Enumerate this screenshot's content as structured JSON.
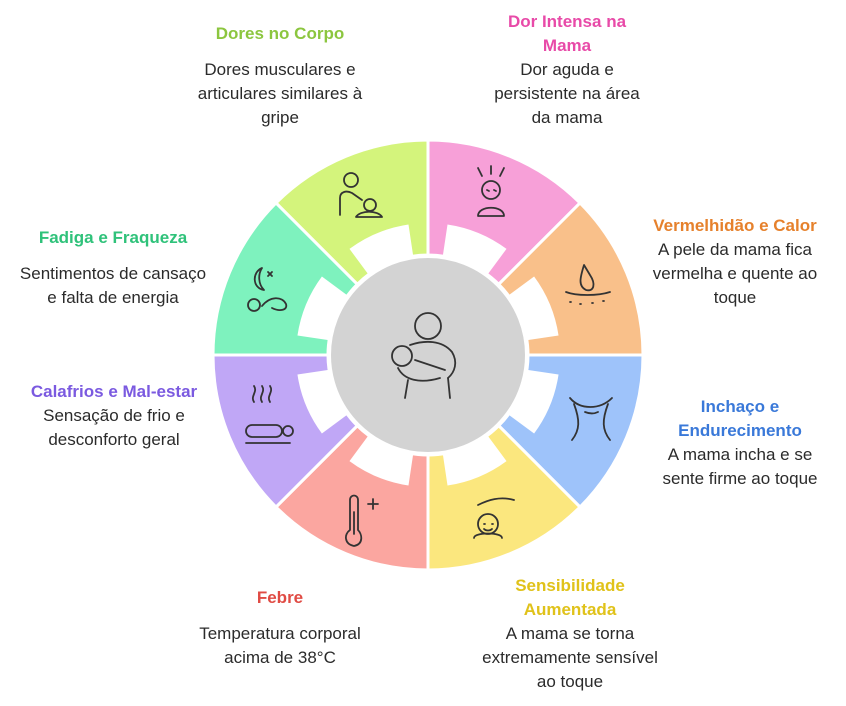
{
  "segments": [
    {
      "id": "dores",
      "title": "Dores no Corpo",
      "desc": "Dores musculares e articulares similares à gripe",
      "color": "#d4f47c",
      "title_color": "#8cc63f",
      "icon": "person-holding-baby-icon"
    },
    {
      "id": "dor-intensa",
      "title": "Dor Intensa na Mama",
      "desc": "Dor aguda e persistente na área da mama",
      "color": "#f7a0d8",
      "title_color": "#e84aa8",
      "icon": "distressed-woman-icon"
    },
    {
      "id": "vermelhidao",
      "title": "Vermelhidão e Calor",
      "desc": "A pele da mama fica vermelha e quente ao toque",
      "color": "#f9c08a",
      "title_color": "#e6812c",
      "icon": "skin-pore-icon"
    },
    {
      "id": "inchaco",
      "title": "Inchaço e Endurecimento",
      "desc": "A mama incha e se sente firme ao toque",
      "color": "#9ec3fa",
      "title_color": "#3a79d9",
      "icon": "torso-icon"
    },
    {
      "id": "sensibilidade",
      "title": "Sensibilidade Aumentada",
      "desc": "A mama se torna extremamente sensível ao toque",
      "color": "#fbe77e",
      "title_color": "#e0c21a",
      "icon": "hand-over-baby-icon"
    },
    {
      "id": "febre",
      "title": "Febre",
      "desc": "Temperatura corporal acima de 38°C",
      "color": "#fba6a0",
      "title_color": "#e04b44",
      "icon": "thermometer-icon"
    },
    {
      "id": "calafrios",
      "title": "Calafrios e Mal-estar",
      "desc": "Sensação de frio e desconforto geral",
      "color": "#c0a7f6",
      "title_color": "#7b5ae0",
      "icon": "person-lying-steam-icon"
    },
    {
      "id": "fadiga",
      "title": "Fadiga e Fraqueza",
      "desc": "Sentimentos de cansaço e falta de energia",
      "color": "#7ef2be",
      "title_color": "#2fc27a",
      "icon": "sleeping-person-icon"
    }
  ],
  "center": {
    "icon": "mother-breastfeeding-icon",
    "color": "#d3d3d3"
  }
}
